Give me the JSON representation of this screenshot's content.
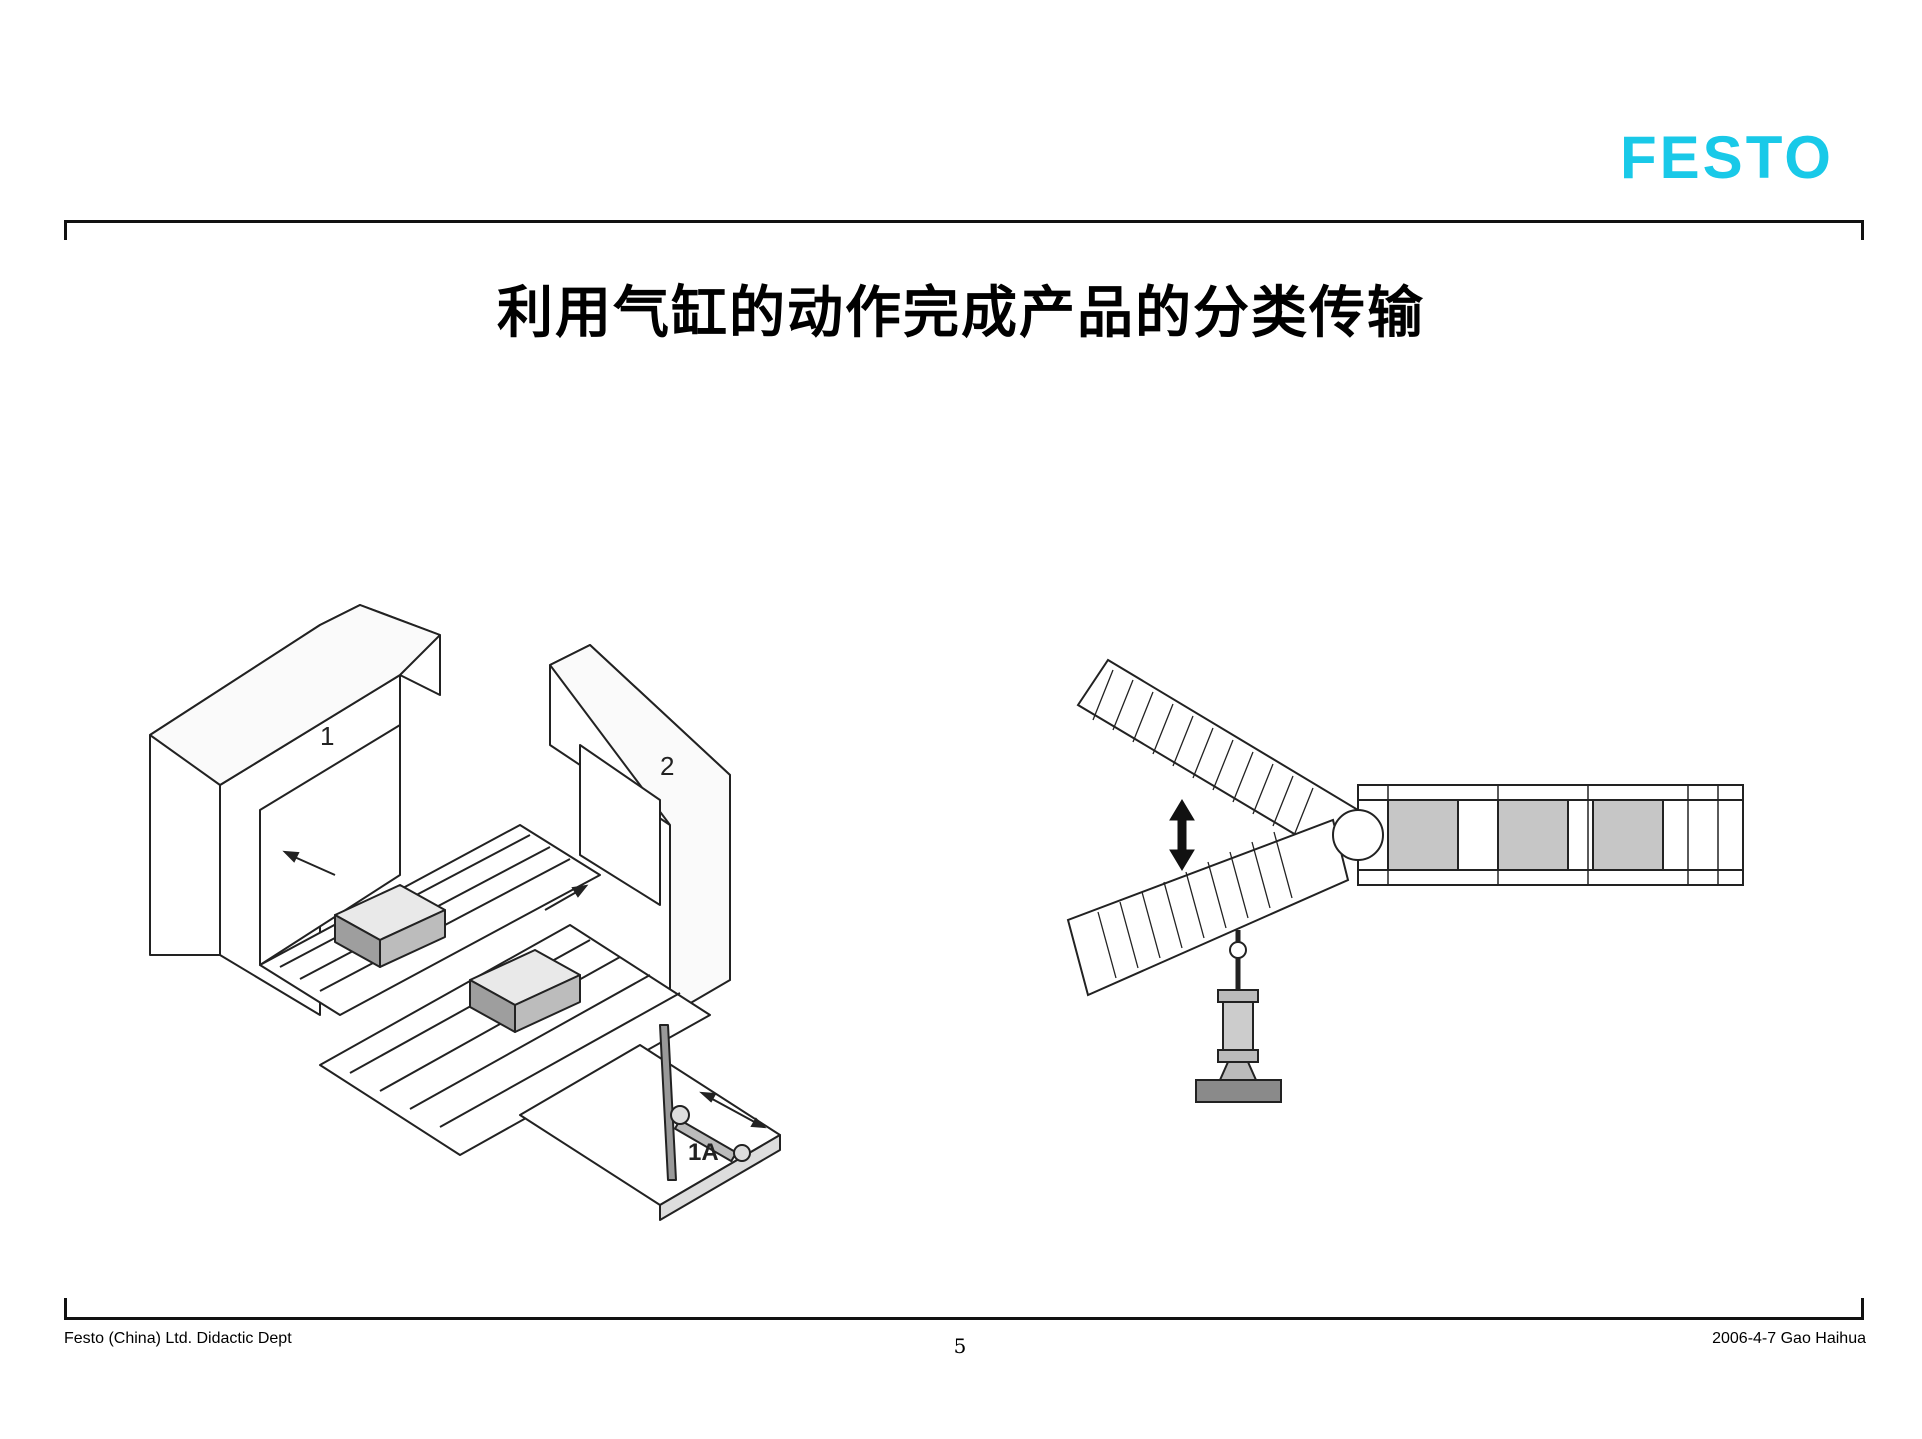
{
  "header": {
    "logo_text": "FESTO",
    "brand_color": "#19c9e8"
  },
  "slide": {
    "title": "利用气缸的动作完成产品的分类传输"
  },
  "figures": {
    "left": {
      "gate_labels": [
        "1",
        "2"
      ],
      "cylinder_label": "1A"
    },
    "right": {
      "icons": [
        "double-arrow-icon",
        "pneumatic-cylinder-icon"
      ]
    }
  },
  "footer": {
    "left_text": "Festo (China) Ltd. Didactic Dept",
    "page_number": "5",
    "right_text": "2006-4-7  Gao Haihua"
  }
}
